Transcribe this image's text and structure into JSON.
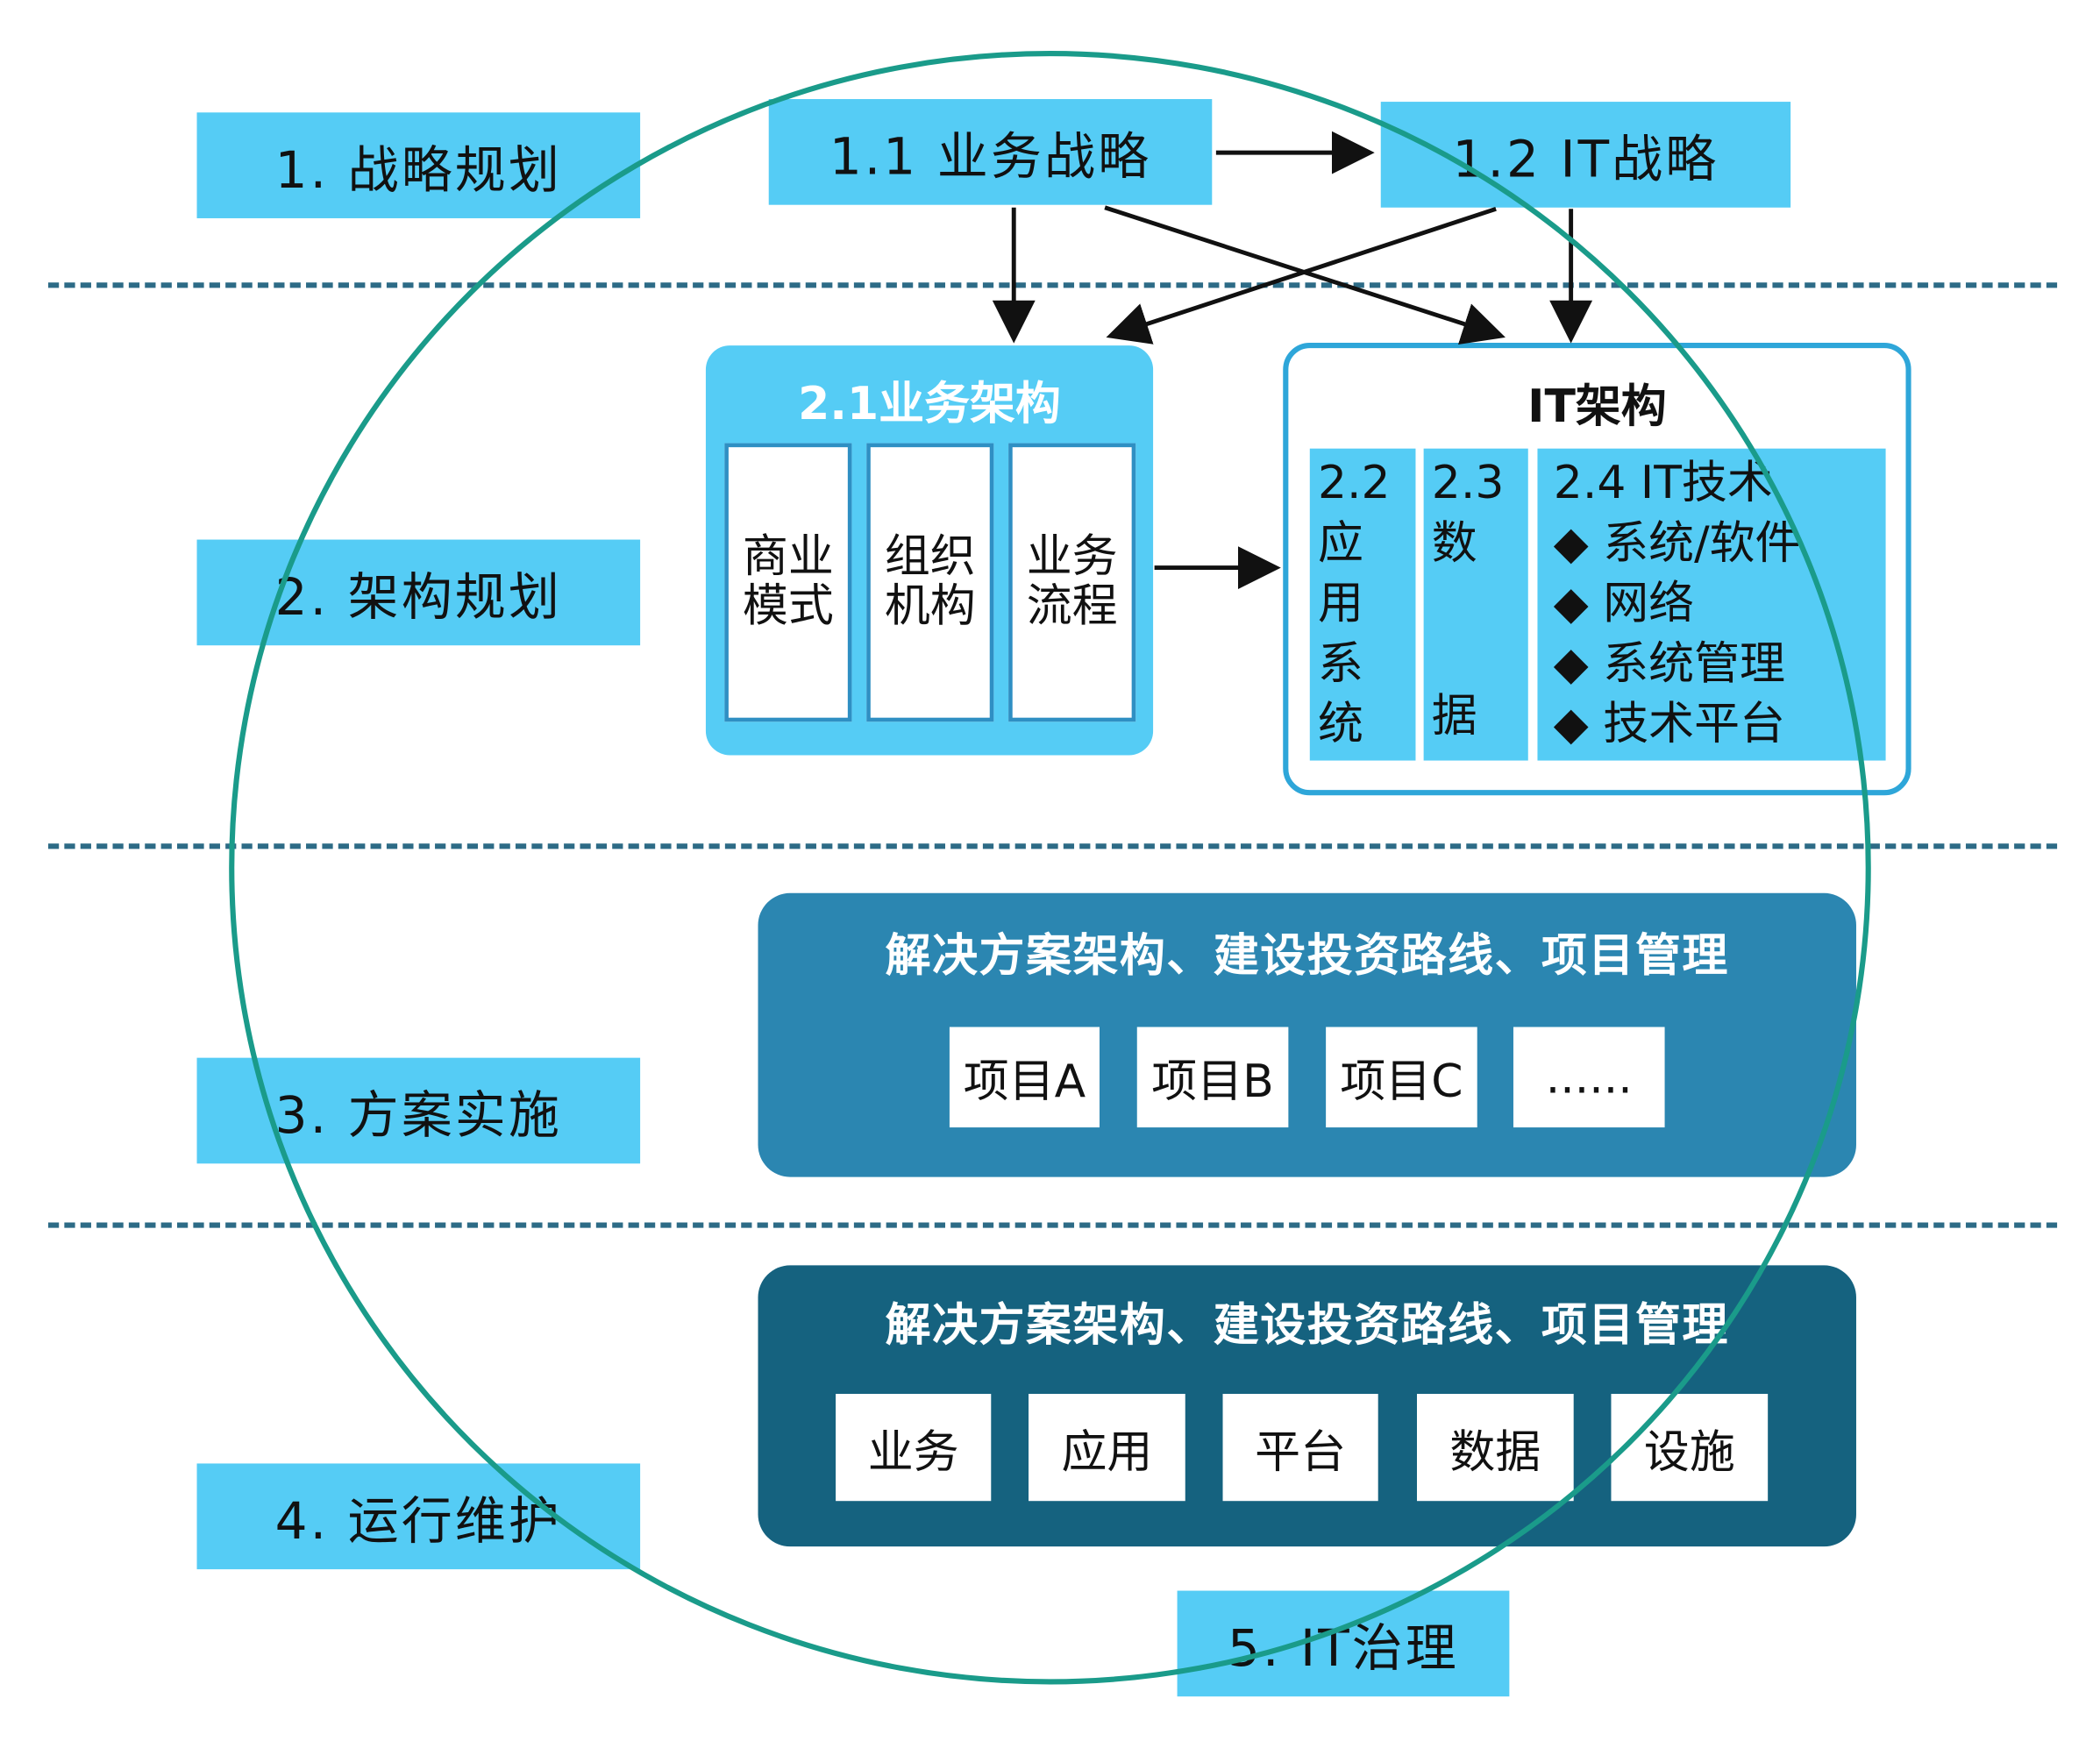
{
  "stages": {
    "s1": "1. 战略规划",
    "s2": "2. 架构规划",
    "s3": "3. 方案实施",
    "s4": "4. 运行维护",
    "s5": "5. IT治理"
  },
  "strategy": {
    "business": "1.1 业务战略",
    "it": "1.2  IT战略"
  },
  "business_arch": {
    "title": "2.1业务架构",
    "items": [
      "商业模式",
      "组织机构",
      "业务流程"
    ]
  },
  "it_arch": {
    "title": "IT架构",
    "app": {
      "num": "2.2",
      "chars": [
        "应",
        "用",
        "系",
        "统"
      ]
    },
    "data": {
      "num": "2.3",
      "chars": [
        "数",
        "据"
      ]
    },
    "tech": {
      "title": "2.4 IT技术",
      "items": [
        "◆ 系统/软件",
        "◆ 网络",
        "◆ 系统管理",
        "◆ 技术平台"
      ]
    }
  },
  "implementation": {
    "title": "解决方案架构、建设投资路线、项目管理",
    "projects": [
      "项目A",
      "项目B",
      "项目C",
      "......"
    ]
  },
  "operation": {
    "title": "解决方案架构、建设投资路线、项目管理",
    "items": [
      "业务",
      "应用",
      "平台",
      "数据",
      "设施"
    ]
  },
  "colors": {
    "label_bg": "#55ccf5",
    "panel_mid": "#2b86b1",
    "panel_dark": "#15627f",
    "circle": "#1a9b8a",
    "dashes": "#2d6b86"
  }
}
